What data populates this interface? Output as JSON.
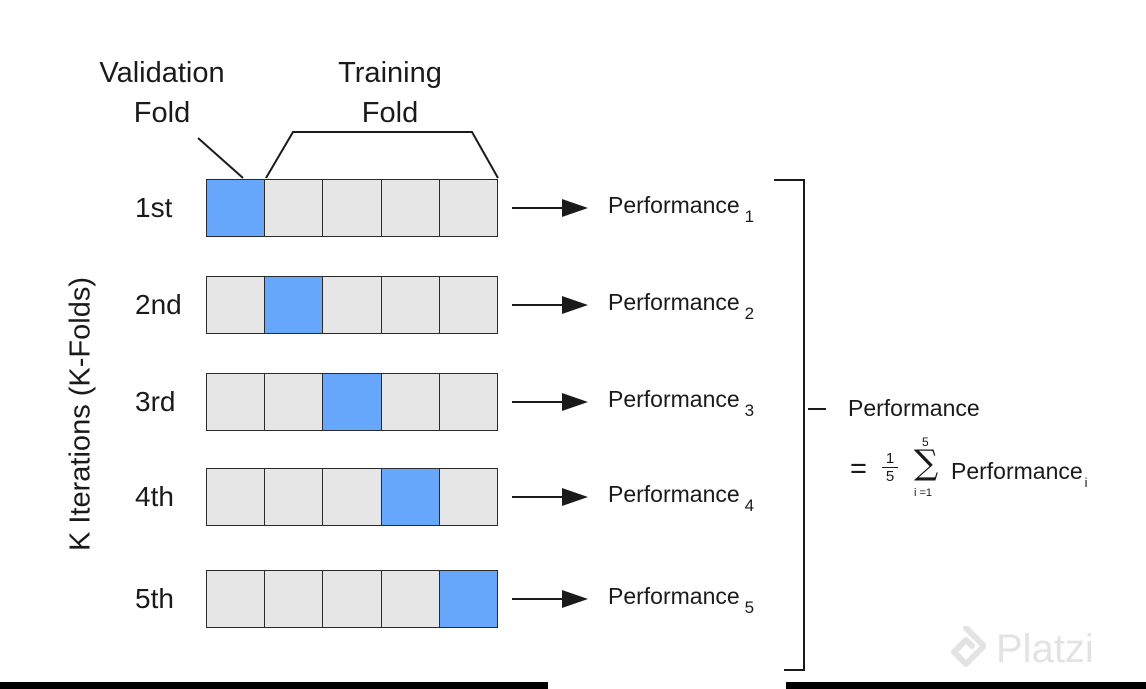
{
  "header": {
    "validation_line1": "Validation",
    "validation_line2": "Fold",
    "training_line1": "Training",
    "training_line2": "Fold"
  },
  "y_axis_label": "K Iterations (K-Folds)",
  "iterations": [
    {
      "label": "1st",
      "validation_index": 0,
      "perf_text": "Performance",
      "perf_sub": "1"
    },
    {
      "label": "2nd",
      "validation_index": 1,
      "perf_text": "Performance",
      "perf_sub": "2"
    },
    {
      "label": "3rd",
      "validation_index": 2,
      "perf_text": "Performance",
      "perf_sub": "3"
    },
    {
      "label": "4th",
      "validation_index": 3,
      "perf_text": "Performance",
      "perf_sub": "4"
    },
    {
      "label": "5th",
      "validation_index": 4,
      "perf_text": "Performance",
      "perf_sub": "5"
    }
  ],
  "folds_per_row": 5,
  "result": {
    "title": "Performance",
    "equals": "=",
    "frac_num": "1",
    "frac_den": "5",
    "sum_upper": "5",
    "sum_symbol": "∑",
    "sum_lower": "i =1",
    "term": "Performance",
    "term_sub": "i"
  },
  "watermark": "Platzi",
  "colors": {
    "validation_fold": "#66a6fb",
    "training_fold": "#e6e6e6",
    "line": "#1a1a1a"
  }
}
